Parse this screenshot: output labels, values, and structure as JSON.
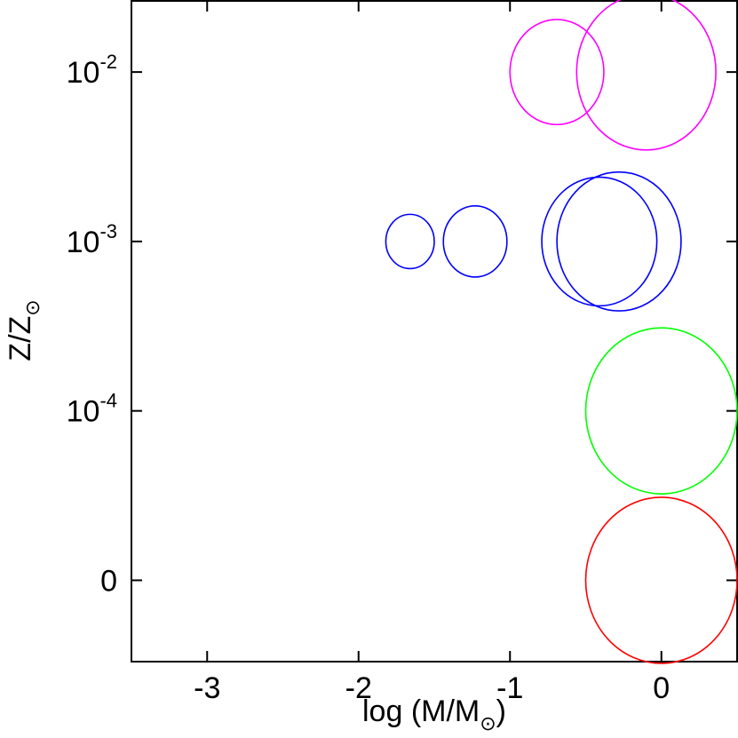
{
  "chart_data": {
    "type": "scatter",
    "title": "",
    "xlabel": {
      "pre": "log (M/M",
      "sub": "⊙",
      "post": ")"
    },
    "ylabel": {
      "main": "Z/Z",
      "sub": "⊙"
    },
    "xlim": [
      -3.5,
      0.5
    ],
    "x_ticks": [
      {
        "value": -3,
        "label": "-3"
      },
      {
        "value": -2,
        "label": "-2"
      },
      {
        "value": -1,
        "label": "-1"
      },
      {
        "value": 0,
        "label": "0"
      }
    ],
    "y_ticks": [
      {
        "level": 0,
        "base": "0",
        "exp": ""
      },
      {
        "level": 1,
        "base": "10",
        "exp": "-4"
      },
      {
        "level": 2,
        "base": "10",
        "exp": "-3"
      },
      {
        "level": 3,
        "base": "10",
        "exp": "-2"
      }
    ],
    "ylim": [
      -0.48,
      3.42
    ],
    "y_scale_note": "categorical metallicity levels: 0, 1e-4, 1e-3, 1e-2",
    "grid": false,
    "series": [
      {
        "color": "#ff00ff",
        "points": [
          {
            "x": -0.69,
            "level": 3,
            "rx": 0.31,
            "ry": 0.31
          },
          {
            "x": -0.1,
            "level": 3,
            "rx": 0.46,
            "ry": 0.46
          }
        ]
      },
      {
        "color": "#0000ff",
        "points": [
          {
            "x": -1.66,
            "level": 2,
            "rx": 0.16,
            "ry": 0.16
          },
          {
            "x": -1.23,
            "level": 2,
            "rx": 0.21,
            "ry": 0.21
          },
          {
            "x": -0.41,
            "level": 2,
            "rx": 0.38,
            "ry": 0.38
          },
          {
            "x": -0.28,
            "level": 2,
            "rx": 0.41,
            "ry": 0.41
          }
        ]
      },
      {
        "color": "#00ff00",
        "points": [
          {
            "x": 0.0,
            "level": 1,
            "rx": 0.5,
            "ry": 0.49
          }
        ]
      },
      {
        "color": "#ff0000",
        "points": [
          {
            "x": 0.0,
            "level": 0,
            "rx": 0.5,
            "ry": 0.49
          }
        ]
      }
    ]
  }
}
